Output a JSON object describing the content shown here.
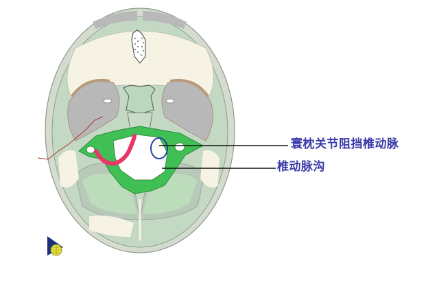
{
  "diagram": {
    "subject": "Skull base (superior view) with atlas vertebra highlighted",
    "annotations": [
      {
        "id": "label-1",
        "text": "寰枕关节阻挡椎动脉",
        "points_to": "blue-circle-region"
      },
      {
        "id": "label-2",
        "text": "椎动脉沟",
        "points_to": "vertebral-artery-groove"
      }
    ],
    "markers": {
      "blue_circle": "#2a3fa0",
      "red_curve": "#e8356a"
    },
    "colors": {
      "label_text": "#3a3aa8",
      "atlas_green": "#3fbf54",
      "skull_green": "#b8d8b8",
      "bone_gray": "#b8b8b8",
      "cream": "#f7f3e4",
      "leader_line": "#111111"
    },
    "logo": {
      "icon": "globe-flag-icon"
    }
  }
}
